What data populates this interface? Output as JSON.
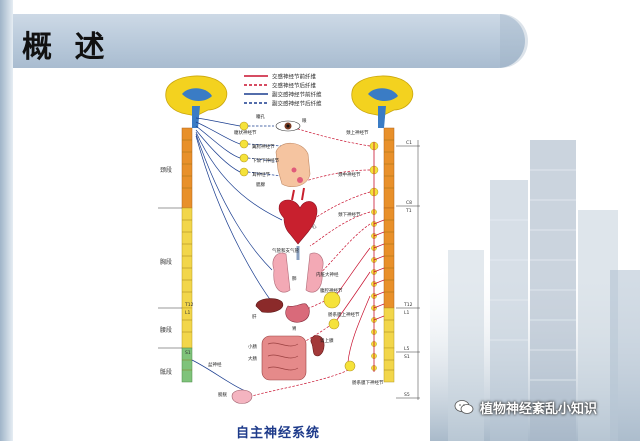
{
  "title": "概 述",
  "caption": "自主神经系统",
  "watermark": "植物神经紊乱小知识",
  "legend": [
    {
      "label": "交感神经节前纤维",
      "color": "#c8102e",
      "style": "solid"
    },
    {
      "label": "交感神经节后纤维",
      "color": "#c8102e",
      "style": "dashed"
    },
    {
      "label": "副交感神经节前纤维",
      "color": "#1a3d8f",
      "style": "solid"
    },
    {
      "label": "副交感神经节后纤维",
      "color": "#1a3d8f",
      "style": "dashed"
    }
  ],
  "left_labels": {
    "cervical": "颈段",
    "thoracic": "胸段",
    "lumbar": "腰段",
    "sacral": "骶段",
    "t12": "T12",
    "l1": "L1",
    "s1": "S1"
  },
  "right_labels": {
    "c1": "C1",
    "c8": "C8",
    "t1": "T1",
    "t12": "T12",
    "l1": "L1",
    "l5": "L5",
    "s1": "S1",
    "s5": "S5"
  },
  "organ_labels": {
    "pupil": "瞳孔",
    "eye": "眼",
    "ciliary": "睫状神经节",
    "pterygo": "翼腭神经节",
    "submandibular": "下颌下神经节",
    "otic": "耳神经节",
    "parotid": "腮腺",
    "heart": "心",
    "bronchi": "气管和支气管",
    "lung": "肺",
    "liver": "肝",
    "stomach": "胃",
    "small_intestine": "小肠",
    "large_intestine": "大肠",
    "kidney": "肾上腺",
    "pelvic_nerve": "盆神经",
    "bladder": "膀胱",
    "sup_cervical": "颈上神经节",
    "mid_cervical": "颈中神经节",
    "inf_cervical": "颈下神经节",
    "celiac": "腹腔神经节",
    "sup_mesenteric": "肠系膜上神经节",
    "inf_mesenteric": "肠系膜下神经节",
    "visceral_nerve": "内脏大神经"
  },
  "colors": {
    "sympathetic": "#c8102e",
    "parasympathetic": "#1a3d8f",
    "cord_upper": "#e8902a",
    "cord_lower": "#f2d64a",
    "brain": "#f3d21f",
    "ganglion": "#f5e23a"
  }
}
